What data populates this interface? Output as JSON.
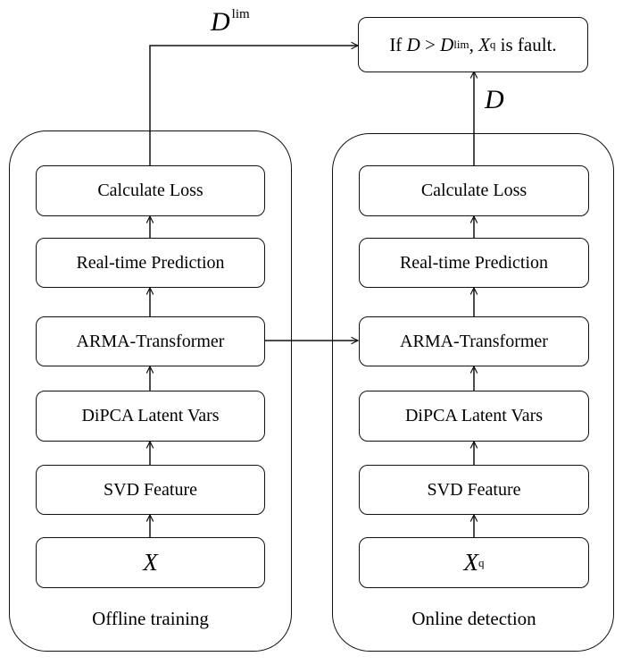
{
  "diagram": {
    "offline": {
      "caption": "Offline training",
      "steps": {
        "loss": "Calculate Loss",
        "prediction": "Real-time Prediction",
        "model": "ARMA-Transformer",
        "latent": "DiPCA Latent Vars",
        "svd": "SVD Feature",
        "input": "X"
      }
    },
    "online": {
      "caption": "Online detection",
      "steps": {
        "loss": "Calculate Loss",
        "prediction": "Real-time Prediction",
        "model": "ARMA-Transformer",
        "latent": "DiPCA Latent Vars",
        "svd": "SVD Feature",
        "input_base": "X",
        "input_sub": "q"
      }
    },
    "threshold": {
      "base": "D",
      "sup": "lim"
    },
    "statistic": "D",
    "result": {
      "prefix": "If",
      "stat": "D",
      "op": ">",
      "limit_base": "D",
      "limit_sup": "lim",
      "sep": ",",
      "sample_base": "X",
      "sample_sub": "q",
      "suffix": "is fault."
    }
  }
}
